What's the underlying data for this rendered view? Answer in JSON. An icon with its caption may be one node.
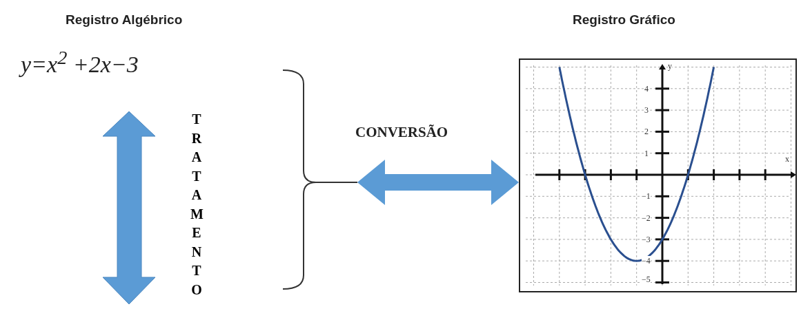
{
  "diagram": {
    "nodes": [
      {
        "text": [
          "Registro Algébrico",
          "y=x$^{2}$ +2x−3"
        ]
      },
      {
        "text": [
          "Registro Gráfico"
        ]
      },
      {
        "text": [],
        "shape": "picture",
        "in": 1
      }
    ],
    "edges": [
      {
        "from": 0,
        "to": 2,
        "arrow": "both",
        "label": "CONVERSÃO"
      }
    ],
    "labels": [
      "TRATAMENTO",
      "y",
      "4",
      "3",
      "2",
      "1",
      "x",
      "−1",
      "−2",
      "−3",
      "−4",
      "−5"
    ]
  }
}
